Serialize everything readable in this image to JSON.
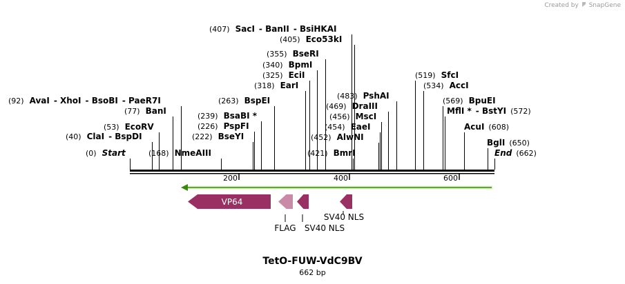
{
  "credit": {
    "prefix": "Created by",
    "brand": "SnapGene"
  },
  "title": "TetO-FUW-VdC9BV",
  "length_label": "662 bp",
  "colors": {
    "feature_primary": "#9a2f63",
    "feature_light": "#c98aa7",
    "orf_arrow": "#7fcc3a",
    "backbone": "#000000"
  },
  "axis": {
    "ticks": [
      "200",
      "400",
      "600"
    ]
  },
  "enzymes": [
    [
      {
        "pos": "(407)",
        "name": "SacI"
      },
      {
        "pos": "",
        "name": "BanII"
      },
      {
        "pos": "",
        "name": "BsiHKAI"
      }
    ],
    [
      {
        "pos": "(405)",
        "name": "Eco53kI"
      }
    ],
    [
      {
        "pos": "(355)",
        "name": "BseRI"
      }
    ],
    [
      {
        "pos": "(340)",
        "name": "BpmI"
      }
    ],
    [
      {
        "pos": "(325)",
        "name": "EciI"
      }
    ],
    [
      {
        "pos": "(318)",
        "name": "EarI"
      }
    ],
    [
      {
        "pos": "(483)",
        "name": "PshAI"
      }
    ],
    [
      {
        "pos": "(519)",
        "name": "SfcI"
      }
    ],
    [
      {
        "pos": "(534)",
        "name": "AccI"
      }
    ],
    [
      {
        "pos": "(92)",
        "name": "AvaI"
      },
      {
        "pos": "",
        "name": "XhoI"
      },
      {
        "pos": "",
        "name": "BsoBI"
      },
      {
        "pos": "",
        "name": "PaeR7I"
      }
    ],
    [
      {
        "pos": "(263)",
        "name": "BspEI"
      }
    ],
    [
      {
        "pos": "(469)",
        "name": "DraIII"
      }
    ],
    [
      {
        "pos": "(569)",
        "name": "BpuEI"
      }
    ],
    [
      {
        "pos": "(77)",
        "name": "BanI"
      }
    ],
    [
      {
        "pos": "(456)",
        "name": "MscI"
      }
    ],
    [
      {
        "pos": "",
        "name": "MflI *"
      },
      {
        "pos": "",
        "name": "BstYI"
      },
      {
        "pos": "(572)",
        "name": ""
      }
    ],
    [
      {
        "pos": "(239)",
        "name": "BsaBI *"
      }
    ],
    [
      {
        "pos": "(53)",
        "name": "EcoRV"
      }
    ],
    [
      {
        "pos": "(226)",
        "name": "PspFI"
      }
    ],
    [
      {
        "pos": "(454)",
        "name": "EaeI"
      }
    ],
    [
      {
        "pos": "",
        "name": "AcuI"
      },
      {
        "pos": "(608)",
        "name": ""
      }
    ],
    [
      {
        "pos": "(40)",
        "name": "ClaI"
      },
      {
        "pos": "",
        "name": "BspDI"
      }
    ],
    [
      {
        "pos": "(222)",
        "name": "BseYI"
      }
    ],
    [
      {
        "pos": "(452)",
        "name": "AlwNI"
      }
    ],
    [
      {
        "pos": "",
        "name": "BglI"
      },
      {
        "pos": "(650)",
        "name": ""
      }
    ],
    [
      {
        "pos": "(0)",
        "name": "Start"
      }
    ],
    [
      {
        "pos": "(168)",
        "name": "NmeAIII"
      }
    ],
    [
      {
        "pos": "(421)",
        "name": "BmrI"
      }
    ],
    [
      {
        "pos": "",
        "name": "End"
      },
      {
        "pos": "(662)",
        "name": ""
      }
    ]
  ],
  "features": [
    {
      "name": "VP64",
      "inside_label": "VP64",
      "color": "primary"
    },
    {
      "name": "FLAG",
      "inside_label": "",
      "color": "light"
    },
    {
      "name": "SV40 NLS",
      "inside_label": "",
      "color": "primary"
    },
    {
      "name": "SV40 NLS",
      "inside_label": "",
      "color": "primary"
    }
  ]
}
